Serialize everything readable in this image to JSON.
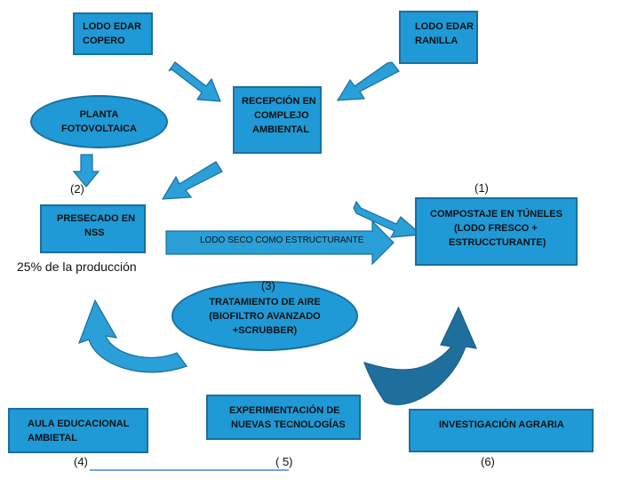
{
  "nodes": {
    "lodo_copero": [
      "LODO EDAR",
      "COPERO"
    ],
    "lodo_ranilla": [
      "LODO EDAR",
      "RANILLA"
    ],
    "recepcion": [
      "RECEPCIÓN EN",
      "COMPLEJO",
      "AMBIENTAL"
    ],
    "planta": [
      "PLANTA",
      "FOTOVOLTAICA"
    ],
    "presecado": [
      "PRESECADO EN",
      "NSS"
    ],
    "compostaje": [
      "COMPOSTAJE EN TÚNELES",
      "(LODO FRESCO +",
      "ESTRUCCTURANTE)"
    ],
    "tratamiento": [
      "TRATAMIENTO DE AIRE",
      "(BIOFILTRO AVANZADO",
      "+SCRUBBER)"
    ],
    "aula": [
      "AULA EDUCACIONAL",
      "AMBIETAL"
    ],
    "experimentacion": [
      "EXPERIMENTACIÓN DE",
      "NUEVAS TECNOLOGÍAS"
    ],
    "investigacion": [
      "INVESTIGACIÓN AGRARIA"
    ]
  },
  "labels": {
    "n1": "(1)",
    "n2": "(2)",
    "n3": "(3)",
    "n4": "(4)",
    "n5": "( 5)",
    "n6": "(6)",
    "produccion": "25% de la producción",
    "lodo_seco": "LODO SECO COMO  ESTRUCTURANTE"
  },
  "colors": {
    "fill": "#1f9ad6",
    "stroke": "#1a6f9e",
    "arrow": "#2a9fd8",
    "underline": "#4a86c8"
  }
}
